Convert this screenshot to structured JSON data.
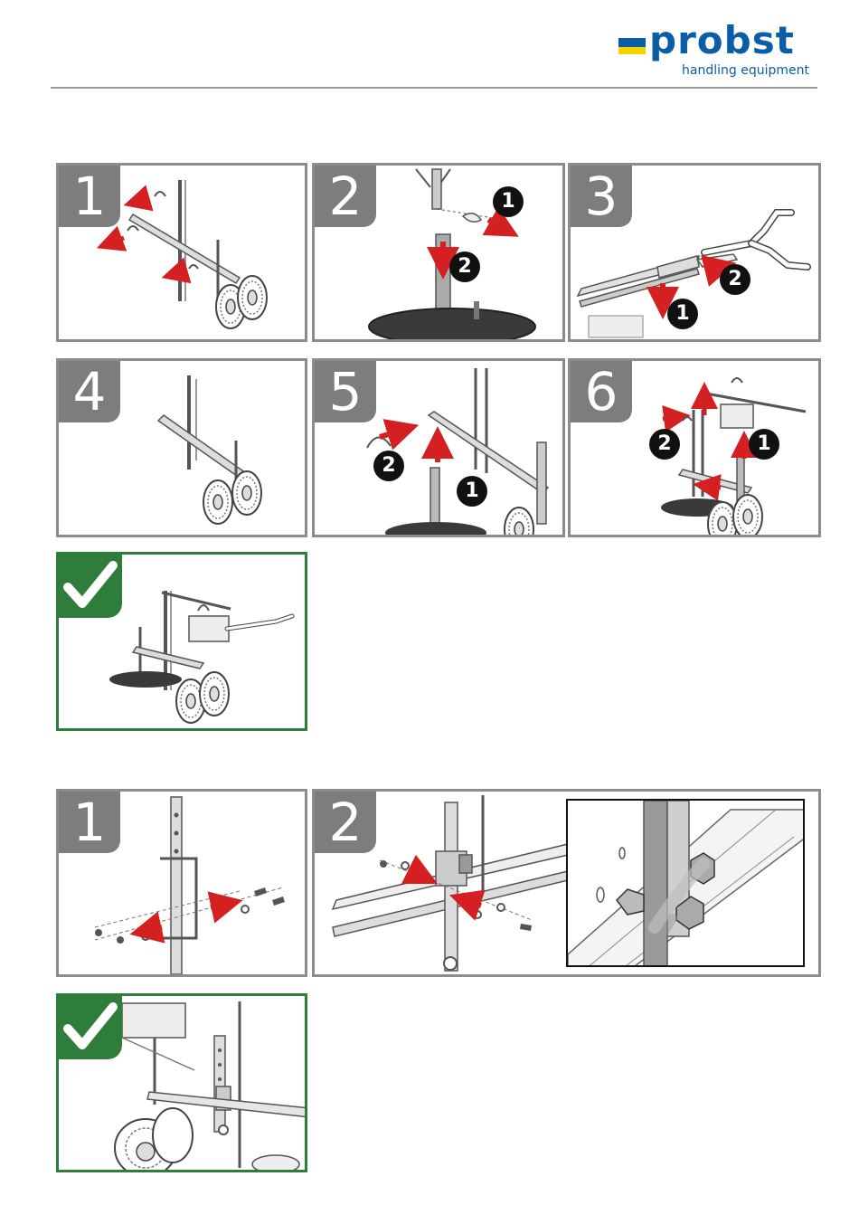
{
  "brand": {
    "name": "probst",
    "tagline": "handling equipment",
    "colors": {
      "blue": "#0a5ea8",
      "yellow": "#f5d200"
    }
  },
  "steps_a": [
    "1",
    "2",
    "3",
    "4",
    "5",
    "6"
  ],
  "steps_b": [
    "1",
    "2"
  ],
  "callouts": {
    "one": "1",
    "two": "2"
  },
  "colors": {
    "frame": "#8c8c8c",
    "badge": "#7d7d7d",
    "check": "#2f7d3a",
    "arrow": "#d42020"
  }
}
